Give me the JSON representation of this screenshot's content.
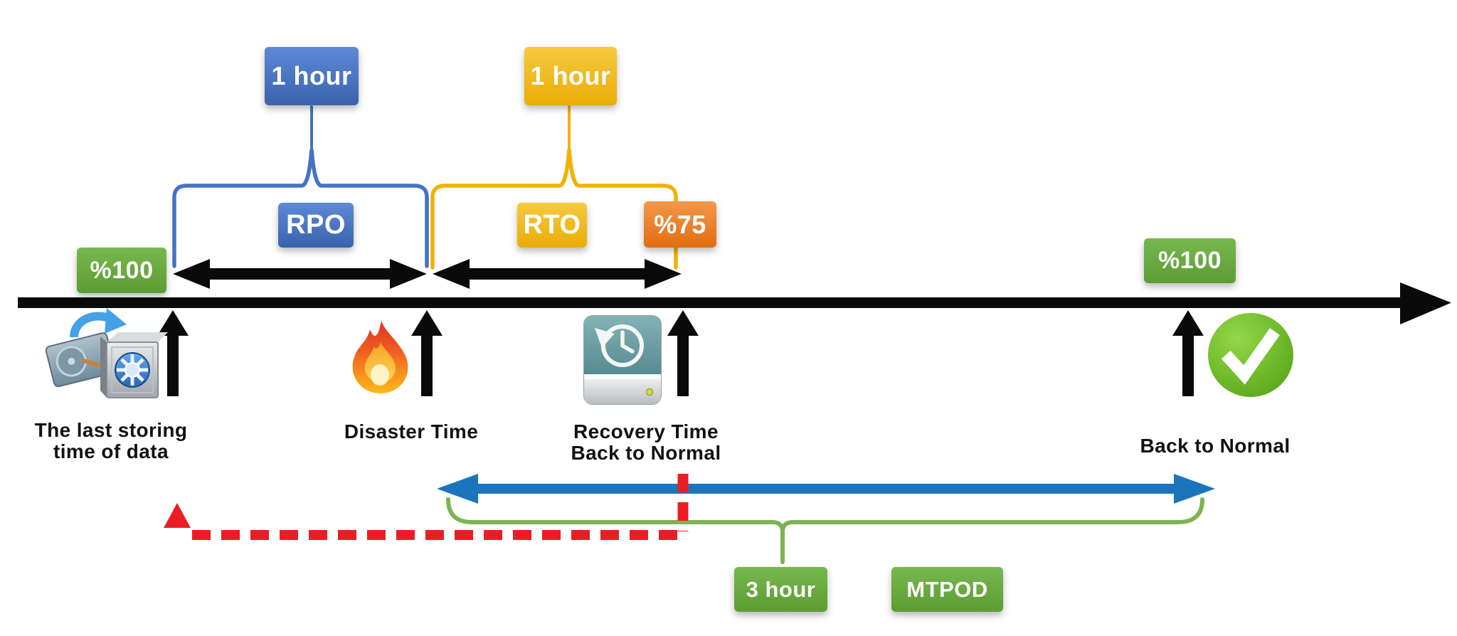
{
  "diagram": {
    "name": "RPO / RTO / MTPOD disaster-recovery timeline",
    "background": "#ffffff"
  },
  "callouts": {
    "rpo_hours": "1 hour",
    "rto_hours": "1 hour"
  },
  "badges": {
    "pct100_start": "%100",
    "rpo": "RPO",
    "rto": "RTO",
    "pct75": "%75",
    "pct100_end": "%100",
    "mtpod_hours": "3 hour",
    "mtpod": "MTPOD"
  },
  "timeline_labels": {
    "last_storing": "The last storing\ntime of data",
    "disaster": "Disaster Time",
    "recovery": "Recovery Time\nBack to Normal",
    "back_to_normal": "Back to Normal"
  },
  "icons": {
    "backup": "hdd-to-vault-backup-icon",
    "disaster": "flame-icon",
    "recovery": "time-machine-drive-icon",
    "back_to_normal": "check-circle-icon"
  },
  "colors": {
    "blue": "#3A63AE",
    "blue_light": "#5E89D4",
    "brace_blue": "#4472C4",
    "gold": "#EAAD06",
    "gold_light": "#F6C93F",
    "brace_gold": "#F2B100",
    "orange": "#E26E12",
    "orange_light": "#F2984A",
    "green": "#5C9C33",
    "green_light": "#77B84E",
    "timeline_black": "#0A0A0A",
    "arrow_blue": "#1B75BC",
    "dash_red": "#EC1C24",
    "brace_green": "#7CB353",
    "drive_teal": "#6E9FA3",
    "check_green": "#62B82A",
    "flame_orange": "#F7941E"
  }
}
